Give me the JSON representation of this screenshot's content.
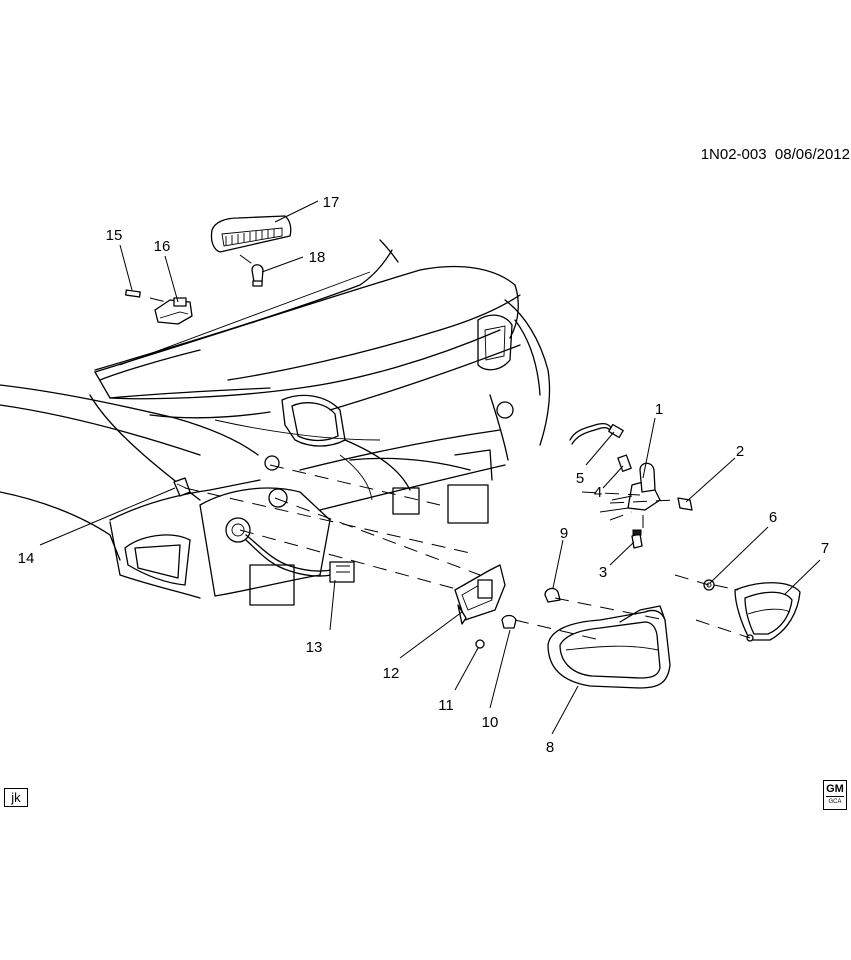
{
  "diagram": {
    "document_code": "1N02-003",
    "document_date": "08/06/2012",
    "illustrator_tag": "jk",
    "logo": {
      "top": "GM",
      "bottom": "GCA"
    },
    "callouts": [
      {
        "id": "1",
        "label": "1"
      },
      {
        "id": "2",
        "label": "2"
      },
      {
        "id": "3",
        "label": "3"
      },
      {
        "id": "4",
        "label": "4"
      },
      {
        "id": "5",
        "label": "5"
      },
      {
        "id": "6",
        "label": "6"
      },
      {
        "id": "7",
        "label": "7"
      },
      {
        "id": "8",
        "label": "8"
      },
      {
        "id": "9",
        "label": "9"
      },
      {
        "id": "10",
        "label": "10"
      },
      {
        "id": "11",
        "label": "11"
      },
      {
        "id": "12",
        "label": "12"
      },
      {
        "id": "13",
        "label": "13"
      },
      {
        "id": "14",
        "label": "14"
      },
      {
        "id": "15",
        "label": "15"
      },
      {
        "id": "16",
        "label": "16"
      },
      {
        "id": "17",
        "label": "17"
      },
      {
        "id": "18",
        "label": "18"
      }
    ]
  }
}
